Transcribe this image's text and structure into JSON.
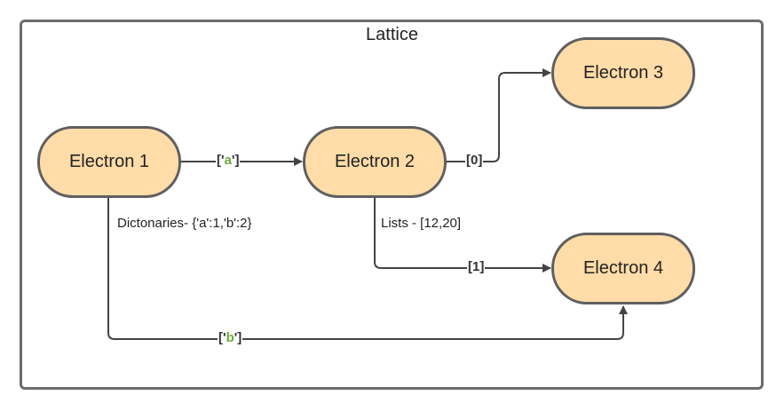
{
  "diagram": {
    "title": "Lattice",
    "nodes": {
      "e1": "Electron 1",
      "e2": "Electron 2",
      "e3": "Electron 3",
      "e4": "Electron 4"
    },
    "notes": {
      "dict": "Dictonaries- {'a':1,'b':2}",
      "lists": "Lists - [12,20]"
    },
    "edges": {
      "e1_e2": {
        "open": "['",
        "key": "a",
        "close": "']"
      },
      "e2_e3": "[0]",
      "e2_e4": "[1]",
      "e1_e4": {
        "open": "['",
        "key": "b",
        "close": "']"
      }
    },
    "colors": {
      "node_fill": "#ffdca8",
      "node_border": "#5f5f5f",
      "edge": "#444444",
      "key_green": "#6aab3a"
    }
  }
}
